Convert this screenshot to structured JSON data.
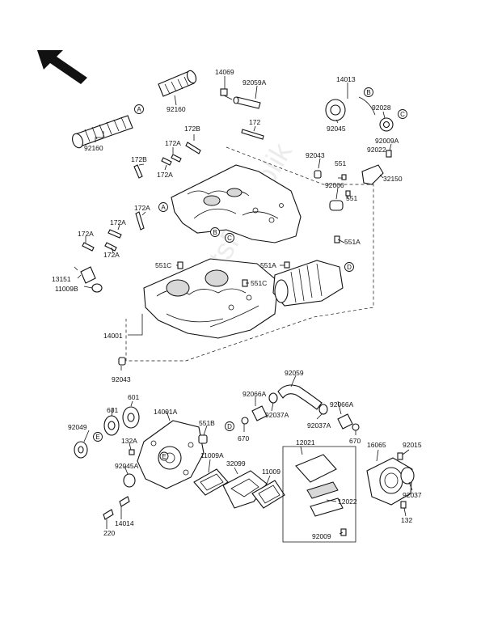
{
  "watermark": "PartsRepublik",
  "callouts": [
    "A",
    "B",
    "C",
    "D",
    "E"
  ],
  "labels": {
    "p92160a": "92160",
    "p92160b": "92160",
    "p14069": "14069",
    "p92059A": "92059A",
    "p14013": "14013",
    "p92045": "92045",
    "p92028": "92028",
    "p172": "172",
    "p172B_1": "172B",
    "p172A_1": "172A",
    "p172A_2": "172A",
    "p172B_2": "172B",
    "p92043a": "92043",
    "p92009A": "92009A",
    "p92022": "92022",
    "p551a": "551",
    "p32150": "32150",
    "p92066": "92066",
    "p551b": "551",
    "p172A_3": "172A",
    "p172A_4": "172A",
    "p172A_5": "172A",
    "p172A_6": "172A",
    "p551A_1": "551A",
    "p551A_2": "551A",
    "p13151": "13151",
    "p11009B": "11009B",
    "p551C_1": "551C",
    "p551C_2": "551C",
    "p14001": "14001",
    "p92043b": "92043",
    "p92059": "92059",
    "p92066A_1": "92066A",
    "p92037A_1": "92037A",
    "p92066A_2": "92066A",
    "p92037A_2": "92037A",
    "p670a": "670",
    "p670b": "670",
    "p601a": "601",
    "p601b": "601",
    "p14001A": "14001A",
    "p92049": "92049",
    "p551B": "551B",
    "p132A": "132A",
    "p92045A": "92045A",
    "p12021": "12021",
    "p16065": "16065",
    "p92015": "92015",
    "p11009A": "11009A",
    "p32099": "32099",
    "p11009": "11009",
    "p92037": "92037",
    "p12022": "12022",
    "p132": "132",
    "p92009": "92009",
    "p14014": "14014",
    "p220": "220"
  }
}
